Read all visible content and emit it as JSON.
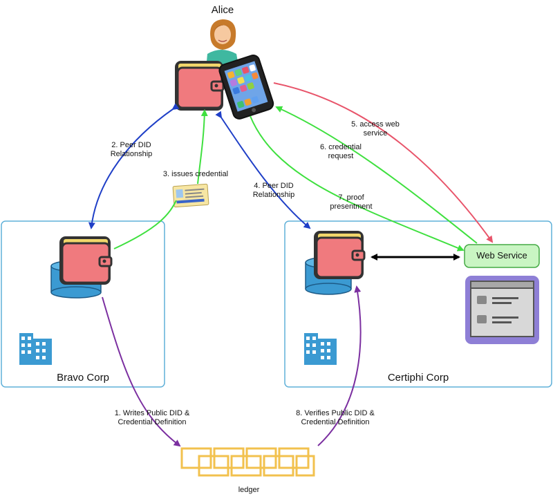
{
  "diagram": {
    "actors": {
      "alice": "Alice",
      "bravo": "Bravo Corp",
      "certiphi": "Certiphi Corp",
      "web_service": "Web Service",
      "ledger": "ledger"
    },
    "steps": {
      "s1": [
        "1. Writes Public DID &",
        "Credential Definition"
      ],
      "s2": [
        "2. Peer DID",
        "Relationship"
      ],
      "s3": [
        "3. issues credential"
      ],
      "s4": [
        "4. Peer DID",
        "Relationship"
      ],
      "s5": [
        "5. access web",
        "service"
      ],
      "s6": [
        "6. credential",
        "request"
      ],
      "s7": [
        "7. proof",
        "presentment"
      ],
      "s8": [
        "8. Verifies Public DID &",
        "Credential Definition"
      ]
    },
    "icons": [
      "person-icon",
      "phone-icon",
      "wallet-icon",
      "database-icon",
      "building-icon",
      "credential-card-icon",
      "browser-window-icon",
      "ledger-chain-icon"
    ],
    "colors": {
      "blue_arrow": "#1f3fc7",
      "green_arrow": "#3fe03f",
      "red_arrow": "#e8546a",
      "purple_arrow": "#7b2fa0",
      "black_arrow": "#000000",
      "org_border": "#5fb0d8",
      "wallet": "#f07a7e",
      "ledger": "#f2c14e",
      "web_service_fill": "#c9f5c3",
      "browser_panel": "#8e7fd6"
    }
  }
}
